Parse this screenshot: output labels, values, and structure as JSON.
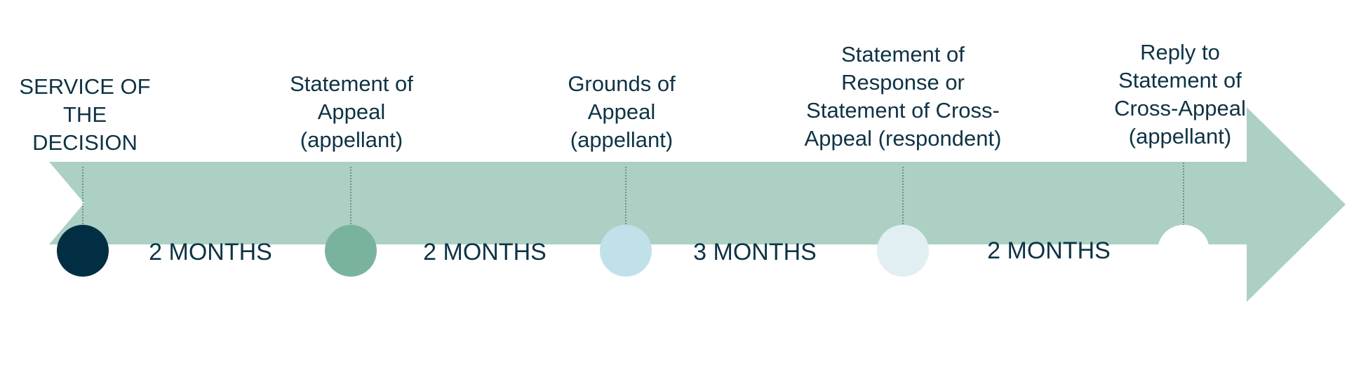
{
  "timeline": {
    "milestones": [
      {
        "label": "SERVICE OF\nTHE\nDECISION",
        "color": "#022e44"
      },
      {
        "label": "Statement of\nAppeal\n(appellant)",
        "color": "#79b39e"
      },
      {
        "label": "Grounds of\nAppeal\n(appellant)",
        "color": "#c1e1ea"
      },
      {
        "label": "Statement of\nResponse or\nStatement of Cross-\nAppeal (respondent)",
        "color": "#e1eff2"
      },
      {
        "label": "Reply to\nStatement of\nCross-Appeal\n(appellant)",
        "color": "#ffffff"
      }
    ],
    "durations": [
      "2 MONTHS",
      "2 MONTHS",
      "3 MONTHS",
      "2 MONTHS"
    ],
    "arrow_color": "#acd0c4",
    "text_color": "#0e3345"
  }
}
